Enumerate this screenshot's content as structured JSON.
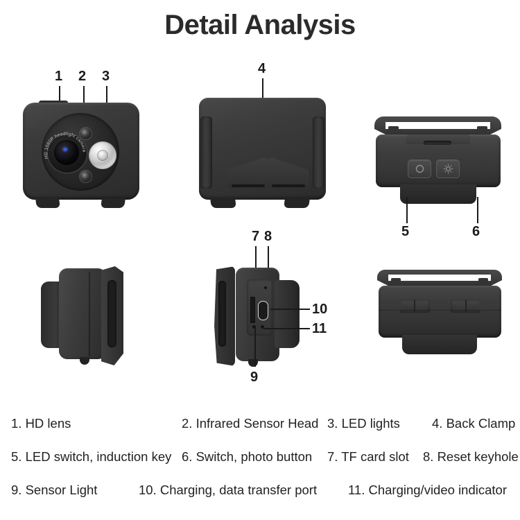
{
  "page": {
    "title": "Detail Analysis",
    "background_color": "#ffffff",
    "text_color": "#231f20",
    "device_color": "#3a3a3a"
  },
  "views": [
    {
      "id": "front-view",
      "name": "Camera front view",
      "lens_text": "HD 1080P headlight camera",
      "callouts": [
        "1",
        "2",
        "3"
      ]
    },
    {
      "id": "back-clamp-view",
      "name": "Back clamp view",
      "callouts": [
        "4"
      ]
    },
    {
      "id": "top-button-view",
      "name": "Top button view",
      "callouts": [
        "5",
        "6"
      ],
      "buttons": [
        {
          "name": "power-button",
          "icon": "circle-icon"
        },
        {
          "name": "light-button",
          "icon": "brightness-icon"
        }
      ]
    },
    {
      "id": "left-profile-view",
      "name": "Left side profile view",
      "callouts": []
    },
    {
      "id": "right-port-view",
      "name": "Right side port view",
      "callouts": [
        "7",
        "8",
        "9",
        "10",
        "11"
      ]
    },
    {
      "id": "bottom-view",
      "name": "Bottom clamp view",
      "callouts": []
    }
  ],
  "callouts": {
    "c1": "1",
    "c2": "2",
    "c3": "3",
    "c4": "4",
    "c5": "5",
    "c6": "6",
    "c7": "7",
    "c8": "8",
    "c9": "9",
    "c10": "10",
    "c11": "11"
  },
  "legend": {
    "rows": [
      [
        {
          "num": "1.",
          "text": "1. HD lens"
        },
        {
          "num": "2.",
          "text": "2. Infrared Sensor Head"
        },
        {
          "num": "3.",
          "text": "3. LED lights"
        },
        {
          "num": "4.",
          "text": "4. Back Clamp"
        }
      ],
      [
        {
          "num": "5.",
          "text": "5. LED switch, induction key"
        },
        {
          "num": "6.",
          "text": "6. Switch, photo button"
        },
        {
          "num": "7.",
          "text": "7. TF card slot"
        },
        {
          "num": "8.",
          "text": "8. Reset keyhole"
        }
      ],
      [
        {
          "num": "9.",
          "text": "9. Sensor Light"
        },
        {
          "num": "10.",
          "text": "10. Charging, data transfer port"
        },
        {
          "num": "11.",
          "text": "11. Charging/video indicator"
        }
      ]
    ]
  }
}
